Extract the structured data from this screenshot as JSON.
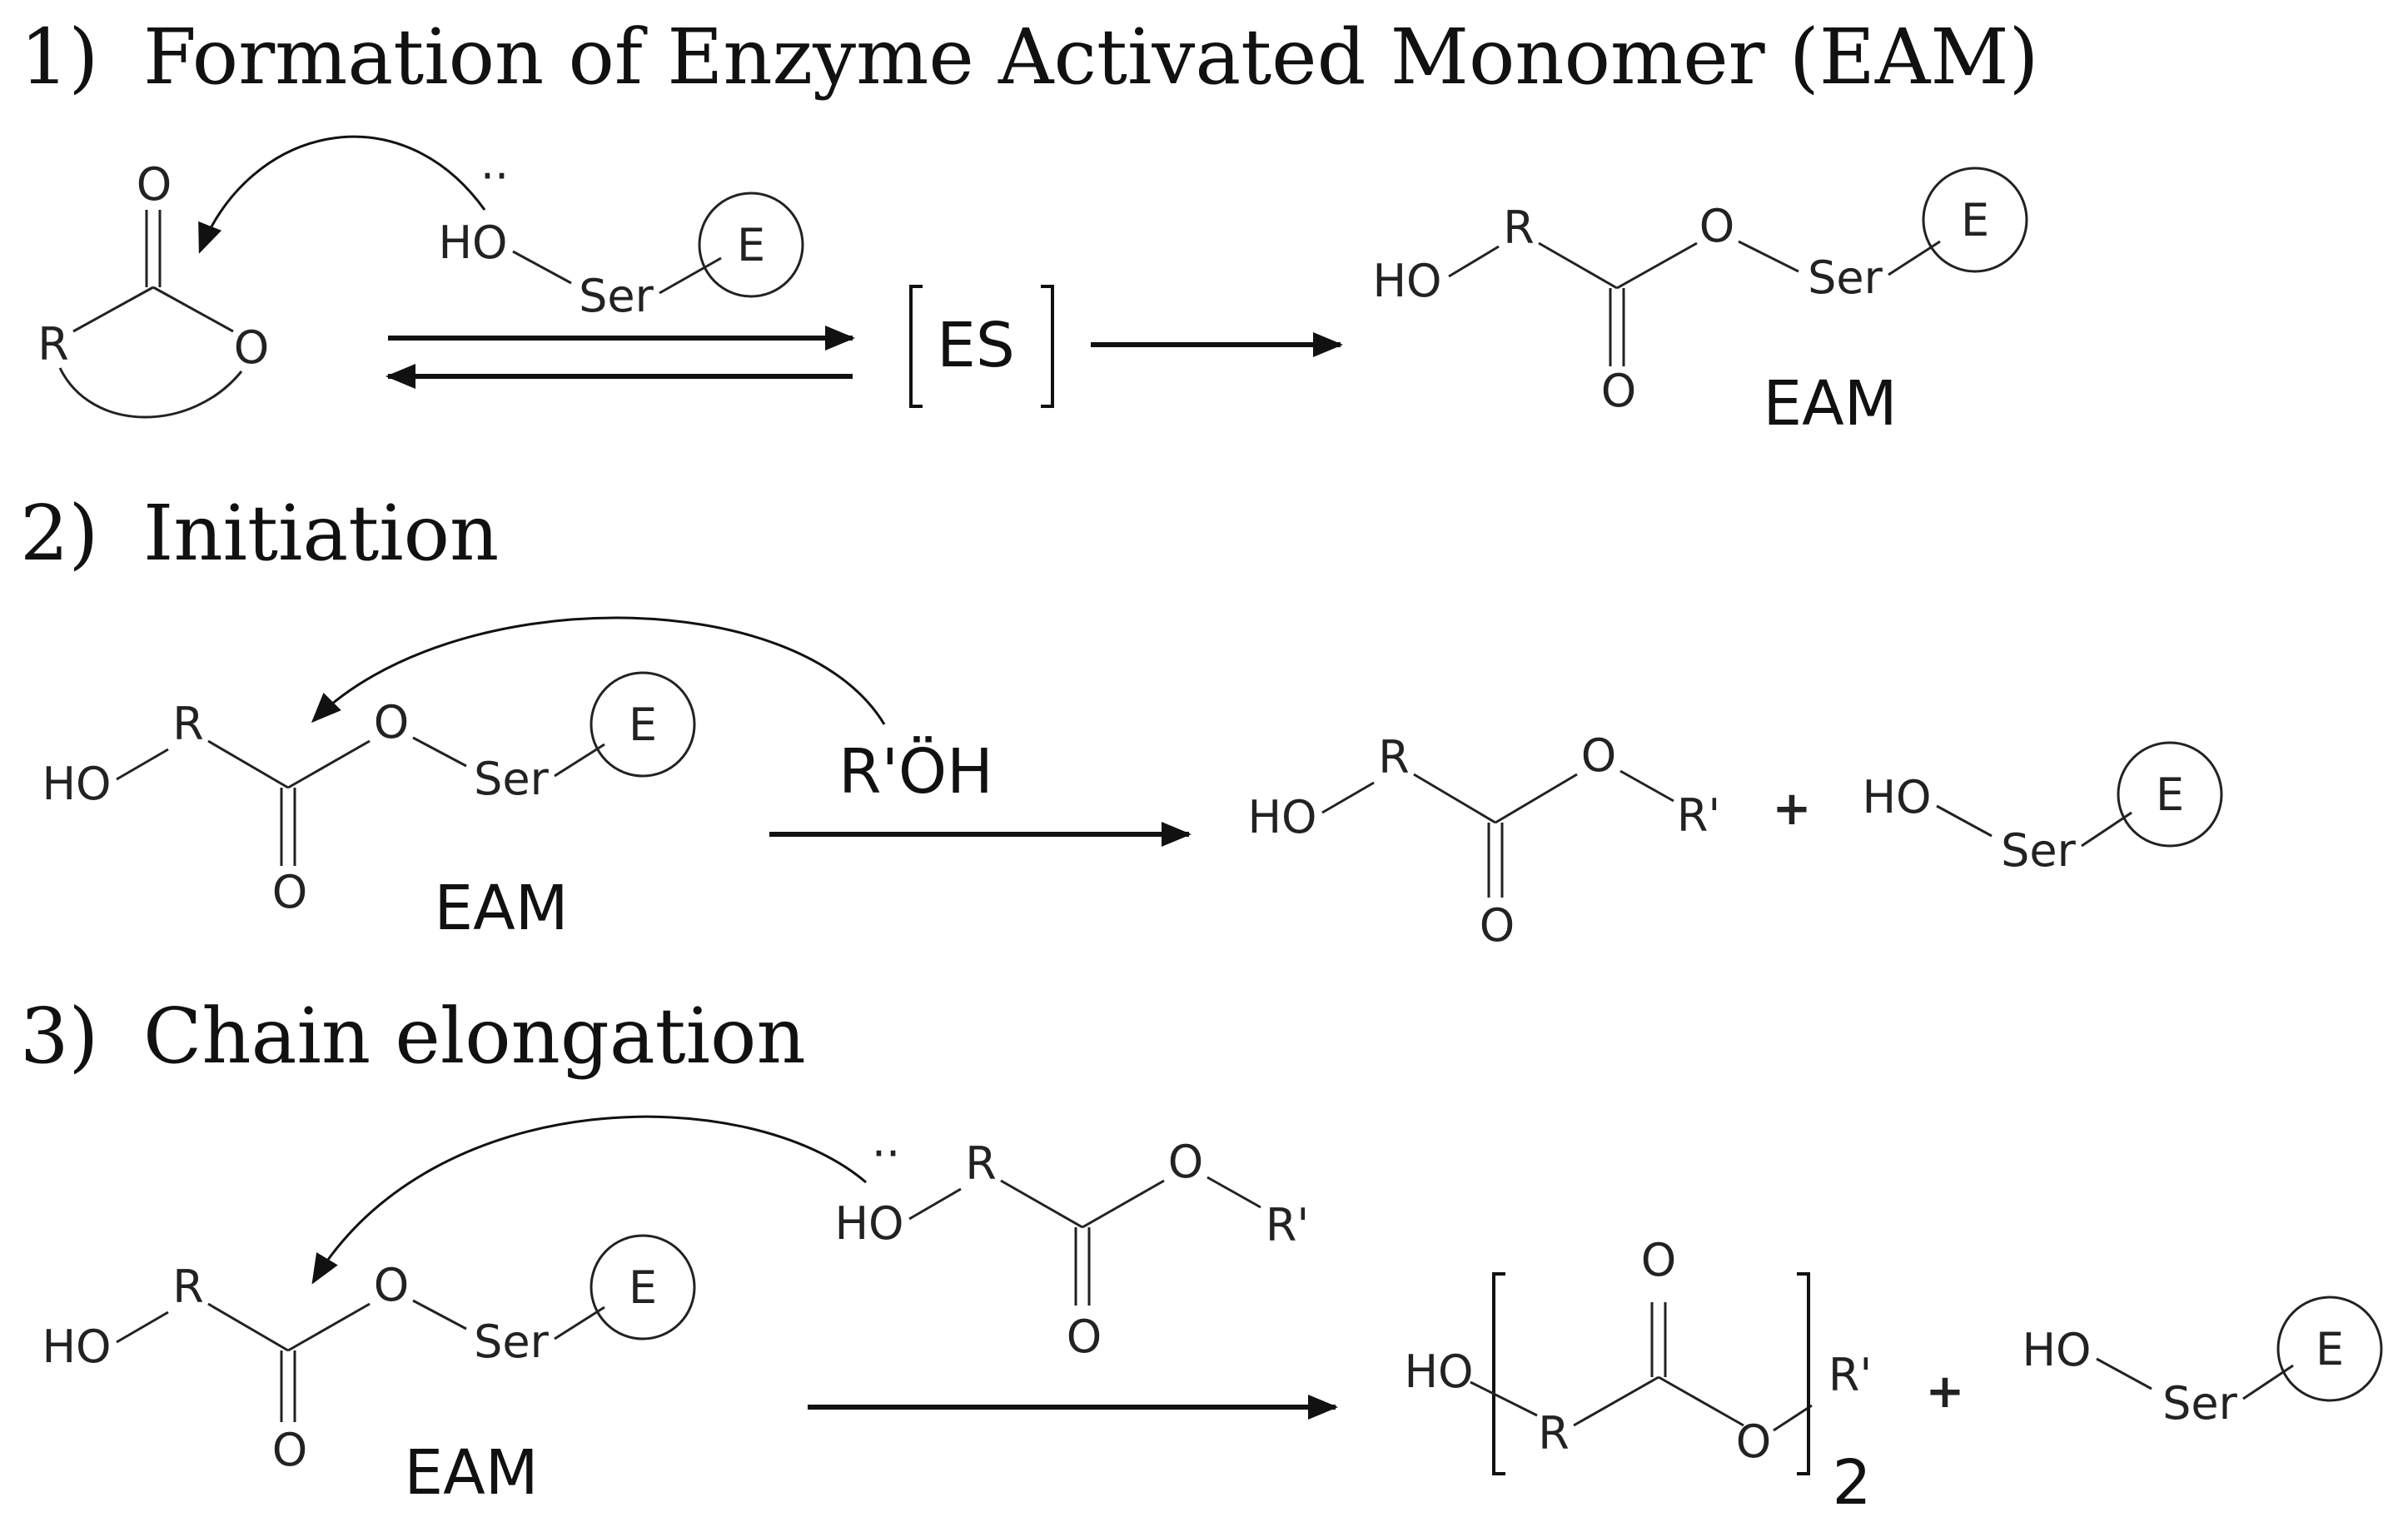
{
  "steps": [
    {
      "number": "1)",
      "title": "Formation of Enzyme Activated Monomer (EAM)"
    },
    {
      "number": "2)",
      "title": "Initiation"
    },
    {
      "number": "3)",
      "title": "Chain elongation"
    }
  ],
  "atoms": {
    "O": "O",
    "R": "R",
    "HO": "HO",
    "Ser": "Ser",
    "E": "E",
    "R_prime": "R'",
    "lone_pair": "··"
  },
  "labels": {
    "eam": "EAM",
    "es_complex": "ES",
    "nucleophile": "R'ÖH",
    "plus": "+",
    "repeat_subscript": "2"
  },
  "icons": {
    "reaction_arrow": "right-arrow",
    "equilibrium": "equilibrium-arrows",
    "electron_push": "curved-arrow"
  }
}
